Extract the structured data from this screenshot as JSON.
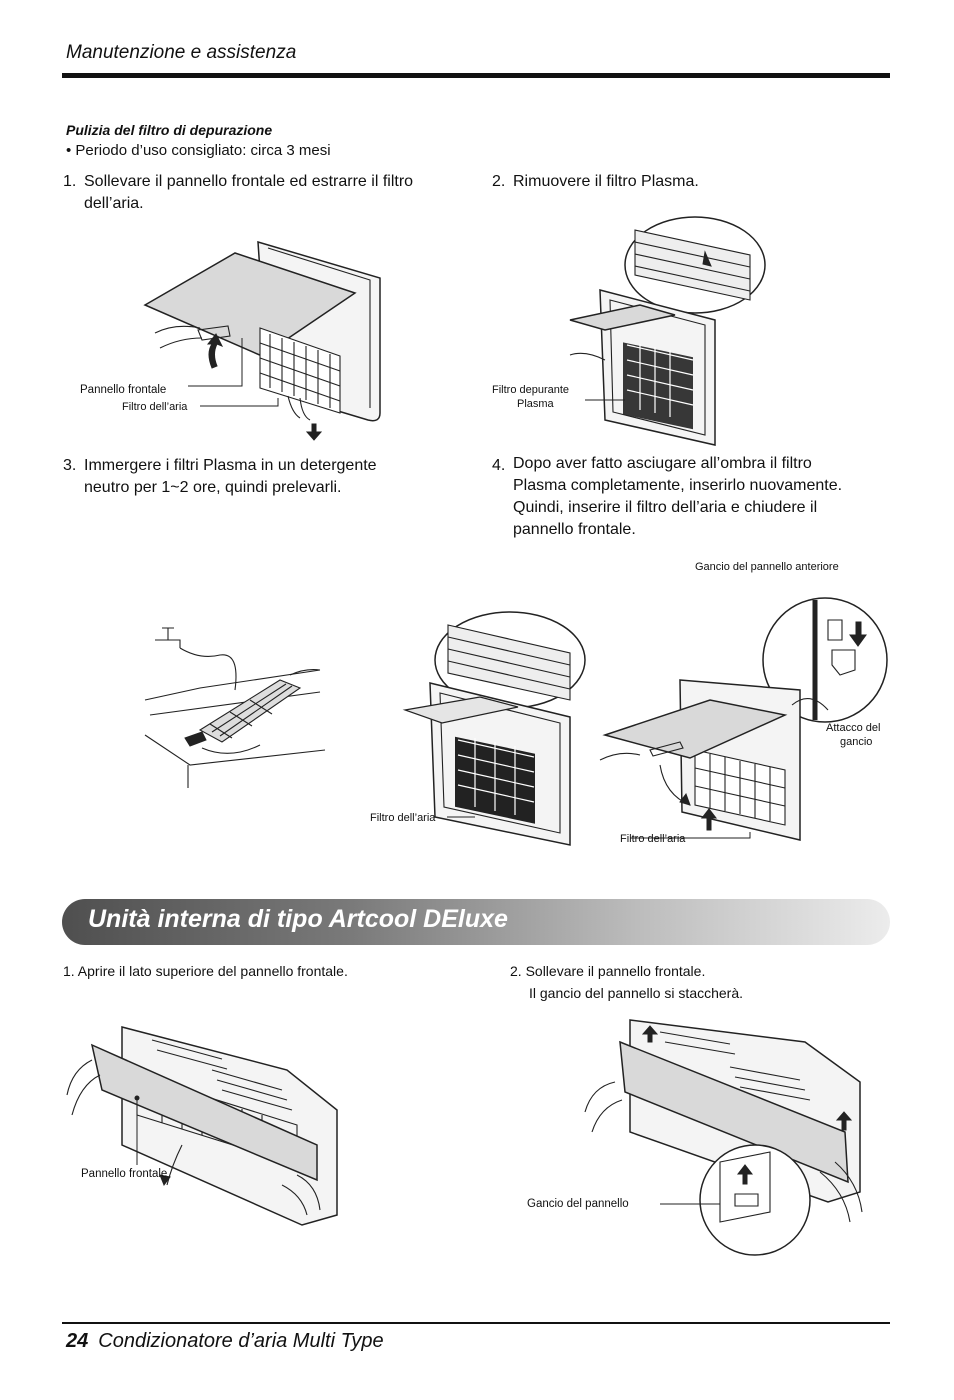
{
  "header": {
    "title": "Manutenzione e assistenza"
  },
  "section1": {
    "subtitle": "Pulizia del filtro di depurazione",
    "bullet": "• Periodo d’uso consigliato: circa 3 mesi",
    "step1": {
      "num": "1.",
      "text_line1": "Sollevare il pannello frontale ed estrarre il filtro",
      "text_line2": "dell’aria."
    },
    "step2": {
      "num": "2.",
      "text": "Rimuovere il filtro Plasma."
    },
    "step3": {
      "num": "3.",
      "text_line1": "Immergere i filtri Plasma in un detergente",
      "text_line2": "neutro per 1~2 ore, quindi prelevarli."
    },
    "step4": {
      "num": "4.",
      "text_line1": "Dopo aver fatto asciugare all’ombra il filtro",
      "text_line2": "Plasma completamente, inserirlo nuovamente.",
      "text_line3": "Quindi, inserire il filtro dell’aria e chiudere il",
      "text_line4": "pannello frontale."
    },
    "labels": {
      "pannello_frontale": "Pannello frontale",
      "filtro_aria_1": "Filtro dell’aria",
      "filtro_depurante_l1": "Filtro depurante",
      "filtro_depurante_l2": "Plasma",
      "gancio_anteriore": "Gancio del pannello anteriore",
      "attacco_l1": "Attacco del",
      "attacco_l2": "gancio",
      "filtro_aria_2": "Filtro dell’aria",
      "filtro_aria_3": "Filtro dell’aria"
    }
  },
  "banner": {
    "title": "Unità interna di tipo Artcool DEluxe"
  },
  "section2": {
    "step1": "1. Aprire il lato superiore del pannello frontale.",
    "step2_line1": "2. Sollevare il pannello frontale.",
    "step2_line2": "Il gancio del pannello si staccherà.",
    "label_pannello": "Pannello frontale",
    "label_gancio": "Gancio del pannello"
  },
  "footer": {
    "page_number": "24",
    "title": "Condizionatore d’aria Multi Type"
  }
}
